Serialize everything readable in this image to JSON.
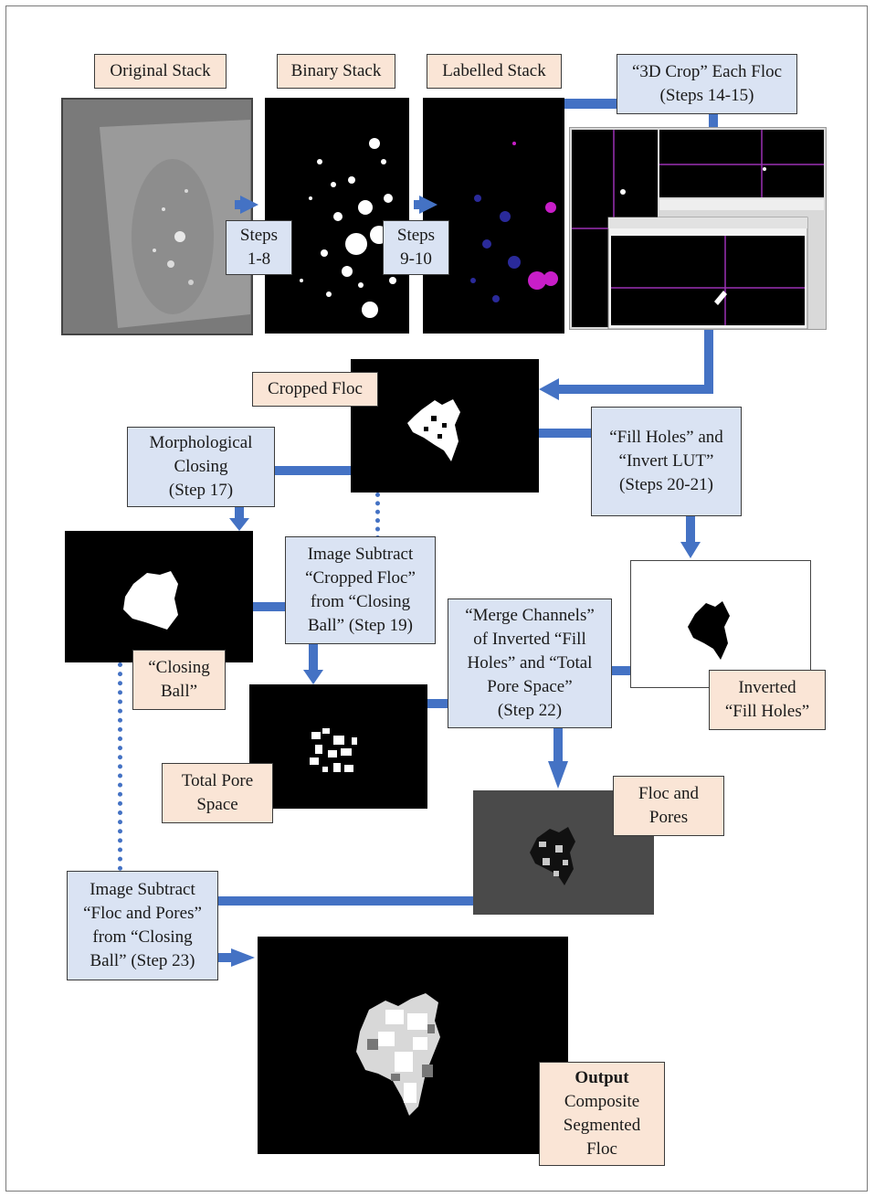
{
  "labels": {
    "original_stack": "Original Stack",
    "binary_stack": "Binary Stack",
    "labelled_stack": "Labelled Stack",
    "crop_3d": [
      "“3D Crop” Each Floc",
      "(Steps 14-15)"
    ],
    "steps_1_8": [
      "Steps",
      "1-8"
    ],
    "steps_9_10": [
      "Steps",
      "9-10"
    ],
    "cropped_floc": "Cropped Floc",
    "morph_closing": [
      "Morphological",
      "Closing",
      "(Step 17)"
    ],
    "fill_holes": [
      "“Fill Holes” and",
      "“Invert LUT”",
      "(Steps 20-21)"
    ],
    "subtract_19": [
      "Image Subtract",
      "“Cropped Floc”",
      "from “Closing",
      "Ball” (Step 19)"
    ],
    "closing_ball": [
      "“Closing",
      "Ball”"
    ],
    "merge_channels": [
      "“Merge Channels”",
      "of Inverted “Fill",
      "Holes” and “Total",
      "Pore Space”",
      "(Step 22)"
    ],
    "inverted_fill_holes": [
      "Inverted",
      "“Fill Holes”"
    ],
    "total_pore_space": [
      "Total Pore",
      "Space"
    ],
    "floc_and_pores": [
      "Floc and",
      "Pores"
    ],
    "subtract_23": [
      "Image Subtract",
      "“Floc and Pores”",
      "from “Closing",
      "Ball” (Step 23)"
    ],
    "output": [
      "Output",
      "Composite",
      "Segmented",
      "Floc"
    ]
  },
  "colors": {
    "arrow": "#4472c4",
    "process_box": "#dae3f3",
    "image_label": "#fae5d6"
  }
}
